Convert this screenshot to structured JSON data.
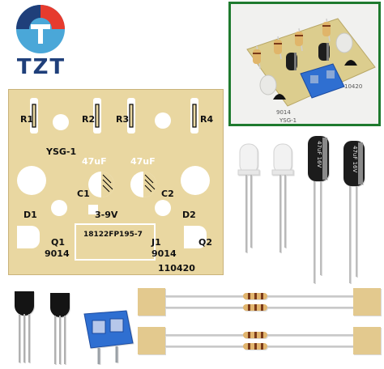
{
  "logo": {
    "text": "TZT",
    "icon": "tzt-logo-icon",
    "colors": {
      "blue": "#1f3f7a",
      "light_blue": "#4aa7d8",
      "red": "#e63b2e"
    }
  },
  "inset": {
    "labels": {
      "q1": "9014",
      "v": "10420",
      "ysg": "YSG-1"
    }
  },
  "pcb": {
    "resistors": [
      "R1",
      "R2",
      "R3",
      "R4"
    ],
    "model": "YSG-1",
    "caps": [
      "47uF",
      "47uF"
    ],
    "cap_ids": [
      "C1",
      "C2"
    ],
    "diodes": [
      "D1",
      "D2"
    ],
    "transistors": [
      "Q1",
      "Q2"
    ],
    "transistor_model": [
      "9014",
      "9014"
    ],
    "power": "3-9V",
    "connector_code": "18122FP195-7",
    "connector_id": "J1",
    "date": "110420"
  },
  "parts": {
    "capacitor_label": "47uF 16V"
  }
}
